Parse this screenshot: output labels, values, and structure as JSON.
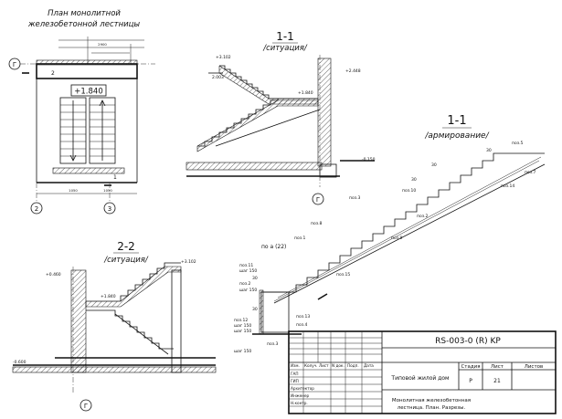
{
  "plan": {
    "title_line1": "План монолитной",
    "title_line2": "железобетонной лестницы",
    "elevation": "+1.840",
    "axis_g": "Г",
    "axis_2": "2",
    "axis_3": "3",
    "section_mark_2": "2",
    "section_mark_1": "1",
    "dim_top": "2900",
    "dim_bottom_left": "1050",
    "dim_bottom_right": "1050"
  },
  "section_1_situation": {
    "title": "1-1",
    "subtitle": "/ситуация/",
    "elev_top_left": "+3.102",
    "elev_top_left2": "2.003",
    "elev_right_top": "+2.448",
    "elev_mid": "+1.840",
    "elev_bottom": "-0.150",
    "axis": "Г"
  },
  "section_1_reinforcement": {
    "title": "1-1",
    "subtitle": "/армирование/",
    "labels": [
      "поз.5",
      "поз.7",
      "поз.14",
      "поз.10",
      "поз.3",
      "поз.2",
      "поз.9",
      "поз.15",
      "поз.8",
      "поз.1",
      "поз.13",
      "поз.4",
      "поз.12",
      "поз.11",
      "поз.3",
      "поз.2"
    ],
    "spacing_labels": [
      "шаг 150",
      "шаг 150",
      "шаг 150",
      "шаг 150",
      "шаг 150"
    ],
    "view_label": "по а (22)",
    "dims": [
      "30",
      "30",
      "30",
      "30",
      "30"
    ]
  },
  "section_2_situation": {
    "title": "2-2",
    "subtitle": "/ситуация/",
    "elev_left": "+0.460",
    "elev_right": "+3.102",
    "elev_mid": "+1.840",
    "elev_bottom": "-0.600",
    "axis": "Г"
  },
  "title_block": {
    "code": "RS-003-0 (R) KP",
    "headers": [
      "Изм.",
      "Колуч.",
      "Лист",
      "N док.",
      "Подп.",
      "Дата"
    ],
    "roles": [
      "ГАП",
      "ГИП",
      "Архитектор",
      "Инженер",
      "Н.контр."
    ],
    "project": "Типовой жилой дом",
    "stage_header": "Стадия",
    "sheet_header": "Лист",
    "sheets_header": "Листов",
    "stage_value": "Р",
    "sheet_value": "21",
    "sheets_value": "",
    "description_line1": "Монолитная   железобетонная",
    "description_line2": "лестница. План. Разрезы."
  }
}
